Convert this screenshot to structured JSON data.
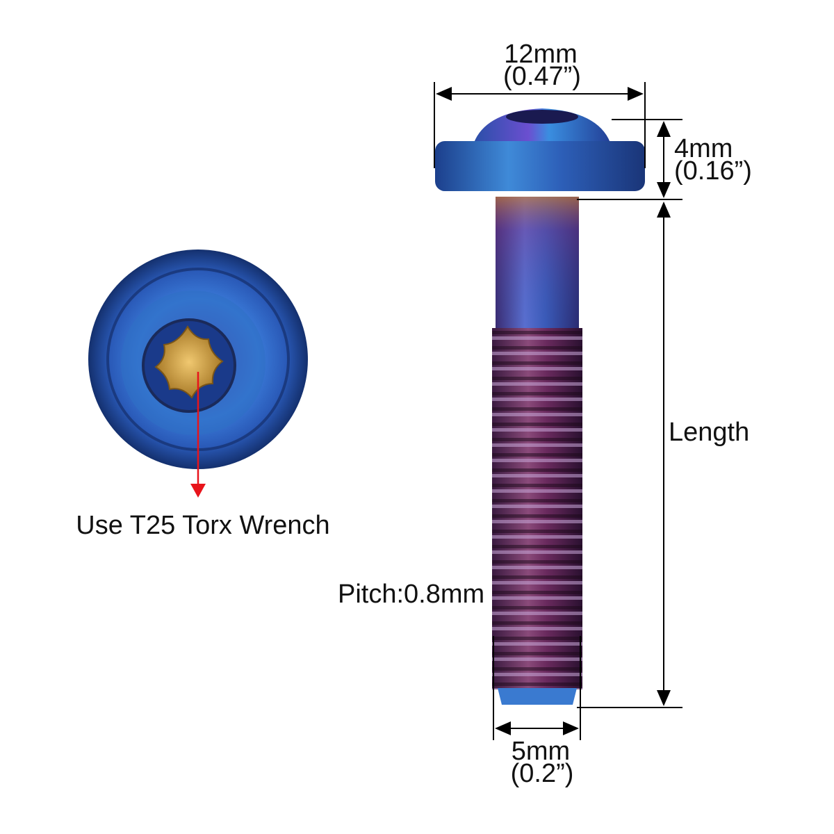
{
  "dimensions": {
    "head_diameter": {
      "metric": "12mm",
      "imperial": "(0.47”)"
    },
    "head_height": {
      "metric": "4mm",
      "imperial": "(0.16”)"
    },
    "length": {
      "label": "Length"
    },
    "thread_diameter": {
      "metric": "5mm",
      "imperial": "(0.2”)"
    },
    "pitch": {
      "label": "Pitch:0.8mm"
    }
  },
  "head_view": {
    "caption": "Use T25 Torx Wrench"
  },
  "colors": {
    "arrow_red": "#e8141b",
    "bolt_blue": "#2f6fc4",
    "bolt_purple": "#6a2a6e",
    "torx_gold": "#c89a3a"
  }
}
